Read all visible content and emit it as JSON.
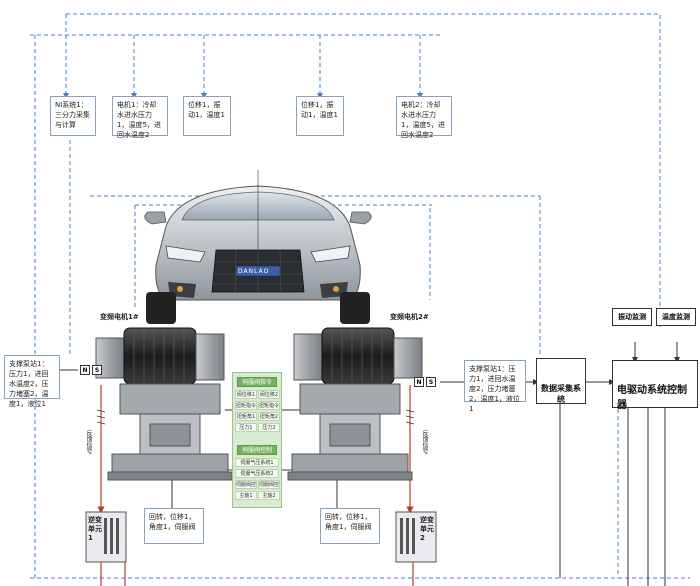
{
  "colors": {
    "dashed_line": "#4a7fc0",
    "signal_line": "#333333",
    "red_line": "#c0392b",
    "motor_dark": "#2e2e2e",
    "panel_green": "#d9ecd3"
  },
  "top_boxes": [
    {
      "id": "nvh",
      "text": "NI系统1：三分力采集与计算"
    },
    {
      "id": "motor1",
      "text": "电机1：冷却水进水压力1，温度5，进回水温度2"
    },
    {
      "id": "pos1",
      "text": "位移1，振动1，温度1"
    },
    {
      "id": "pos2",
      "text": "位移1，振动1，温度1"
    },
    {
      "id": "motor2",
      "text": "电机2：冷却水进水压力1，温度5，进回水温度2"
    }
  ],
  "car": {
    "plate": "DANLAO"
  },
  "motor_labels": {
    "left": "变频电机1#",
    "right": "变频电机2#"
  },
  "left_box": {
    "text": "支撑泵站1：压力1，进回水温度2，压力堵塞2，温度1，液位1"
  },
  "right_box": {
    "text": "支撑泵站1：压力1，进回水温度2，压力堵塞2，温度1，液位1"
  },
  "tags": {
    "n": "N",
    "s": "S"
  },
  "daq": {
    "label": "数据采集系统"
  },
  "controller": {
    "label": "电驱动系统控制器"
  },
  "monitor": {
    "vibration": "振动监测",
    "temperature": "温度监测"
  },
  "green_panel": {
    "top_title": "伺服阀指令",
    "top_cells": [
      "阀位移1",
      "阀位移2",
      "扭矩指令1",
      "扭矩指令2",
      "扭矩角1",
      "扭矩角2",
      "压力1",
      "压力2"
    ],
    "bottom_title": "伺服阀控制",
    "bottom_cells": [
      "伺服气压系统1",
      "伺服气压系统2",
      "伺服阀控系统1",
      "伺服阀控系统2",
      "主轴1",
      "主轴2"
    ]
  },
  "feedback": {
    "left": "反馈信号",
    "right": "反馈信号"
  },
  "bottom_boxes": [
    {
      "id": "b1",
      "text": "回转，位移1，角度1，伺服阀"
    },
    {
      "id": "b2",
      "text": "回转，位移1，角度1，伺服阀"
    }
  ],
  "units": [
    {
      "id": "u1",
      "text": "逆变单元1"
    },
    {
      "id": "u2",
      "text": "逆变单元2"
    }
  ]
}
